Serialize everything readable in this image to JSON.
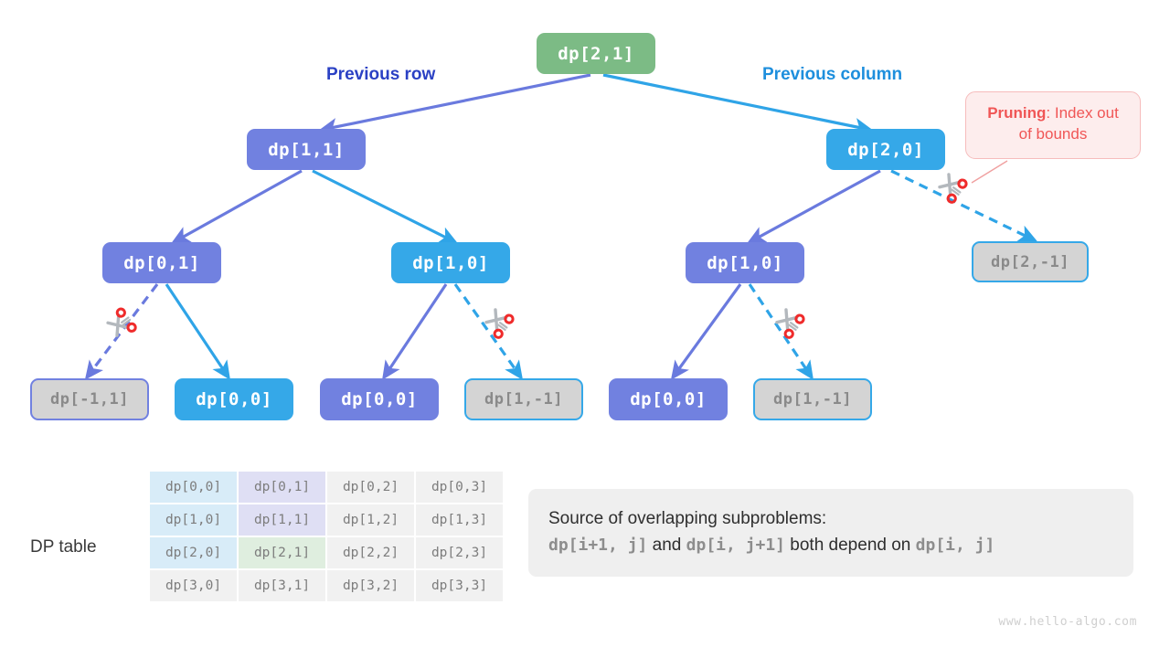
{
  "diagram": {
    "title_watermark": "www.hello-algo.com",
    "branch_labels": {
      "previous_row": "Previous row",
      "previous_column": "Previous column"
    },
    "callout": {
      "strong": "Pruning",
      "rest": ": Index out of bounds"
    },
    "colors": {
      "green_node": "#7cbb85",
      "indigo_node": "#7181e0",
      "blue_node": "#35a8e8",
      "pruned_node": "#d4d4d4",
      "pruned_text": "#8a8a8a",
      "prev_row_label": "#2b41c4",
      "prev_col_label": "#1e8fdd",
      "callout_bg": "#fdeded",
      "callout_text": "#f05656",
      "scissor_red": "#ef2b2b",
      "scissor_gray": "#b3b8bd",
      "table_blue": "#d8ecf8",
      "table_purple": "#dfdff4",
      "table_green": "#dfeedf",
      "table_gray": "#f1f1f1"
    },
    "nodes": [
      {
        "id": "root",
        "label": "dp[2,1]",
        "kind": "green"
      },
      {
        "id": "l1",
        "label": "dp[1,1]",
        "kind": "indigo"
      },
      {
        "id": "r1",
        "label": "dp[2,0]",
        "kind": "blue"
      },
      {
        "id": "l2a",
        "label": "dp[0,1]",
        "kind": "indigo"
      },
      {
        "id": "l2b",
        "label": "dp[1,0]",
        "kind": "blue"
      },
      {
        "id": "r2a",
        "label": "dp[1,0]",
        "kind": "indigo"
      },
      {
        "id": "r2b",
        "label": "dp[2,-1]",
        "kind": "pruned-blue"
      },
      {
        "id": "l3a",
        "label": "dp[-1,1]",
        "kind": "pruned-indigo"
      },
      {
        "id": "l3b",
        "label": "dp[0,0]",
        "kind": "blue"
      },
      {
        "id": "l3c",
        "label": "dp[0,0]",
        "kind": "indigo"
      },
      {
        "id": "l3d",
        "label": "dp[1,-1]",
        "kind": "pruned-blue"
      },
      {
        "id": "r3a",
        "label": "dp[0,0]",
        "kind": "indigo"
      },
      {
        "id": "r3b",
        "label": "dp[1,-1]",
        "kind": "pruned-blue"
      }
    ]
  },
  "dp_table": {
    "label": "DP table",
    "rows": [
      [
        "dp[0,0]",
        "dp[0,1]",
        "dp[0,2]",
        "dp[0,3]"
      ],
      [
        "dp[1,0]",
        "dp[1,1]",
        "dp[1,2]",
        "dp[1,3]"
      ],
      [
        "dp[2,0]",
        "dp[2,1]",
        "dp[2,2]",
        "dp[2,3]"
      ],
      [
        "dp[3,0]",
        "dp[3,1]",
        "dp[3,2]",
        "dp[3,3]"
      ]
    ],
    "cell_styles": [
      [
        "c-blue",
        "c-purple",
        "",
        ""
      ],
      [
        "c-blue",
        "c-purple",
        "",
        ""
      ],
      [
        "c-blue",
        "c-green",
        "",
        ""
      ],
      [
        "",
        "",
        "",
        ""
      ]
    ]
  },
  "info_panel": {
    "line1": "Source of overlapping subproblems:",
    "line2_parts": {
      "code1": "dp[i+1, j]",
      "mid1": " and ",
      "code2": "dp[i, j+1]",
      "mid2": " both depend on ",
      "code3": "dp[i, j]"
    }
  }
}
